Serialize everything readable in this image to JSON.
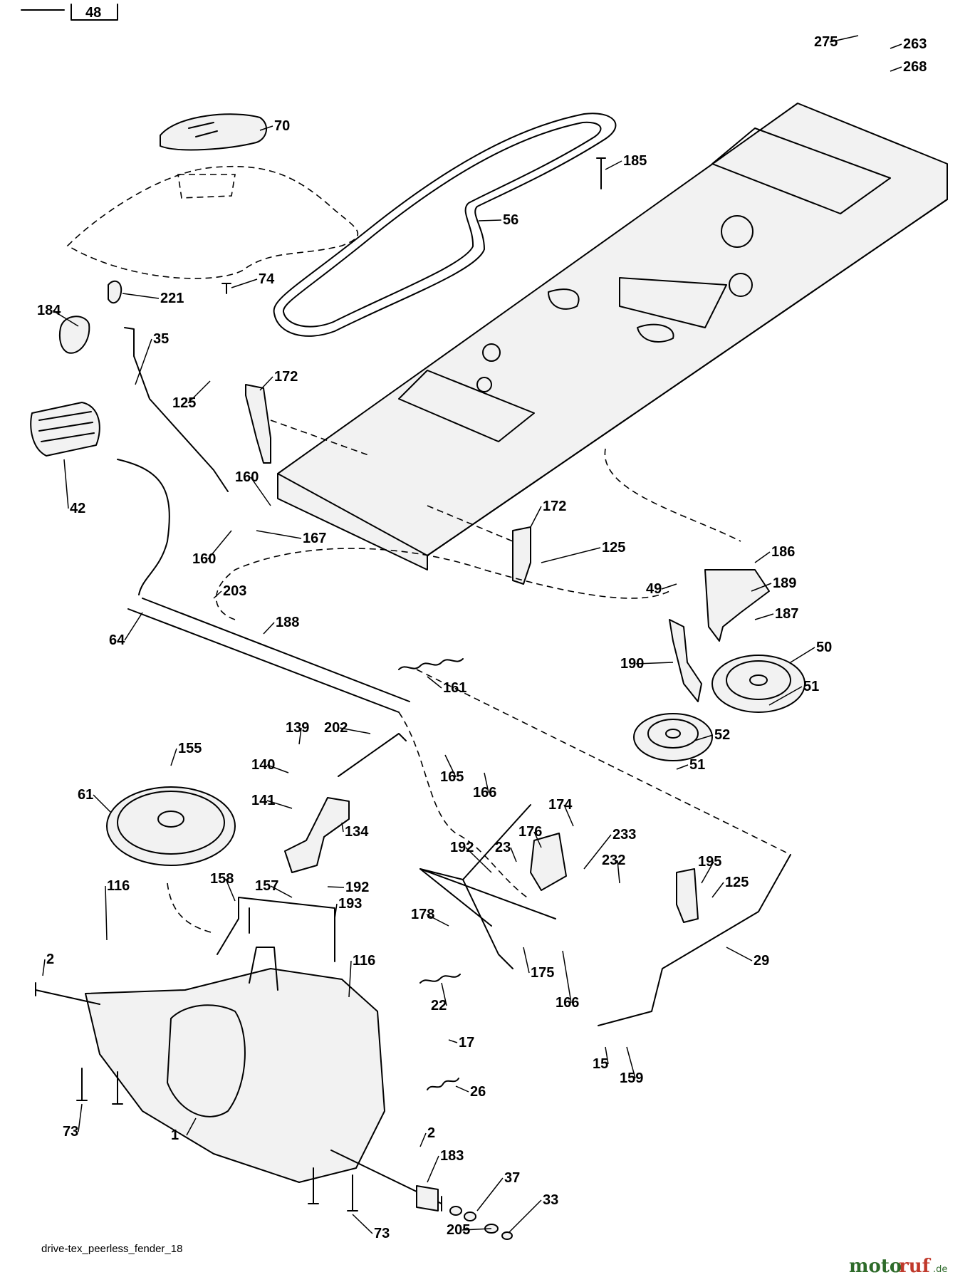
{
  "header_fragment": "48",
  "caption": "drive-tex_peerless_fender_18",
  "watermark": {
    "brand_a": "moto",
    "brand_b": "ruf",
    "suffix": ".de"
  },
  "callouts": [
    {
      "id": "c275",
      "text": "275"
    },
    {
      "id": "c263",
      "text": "263"
    },
    {
      "id": "c268",
      "text": "268"
    },
    {
      "id": "c70",
      "text": "70"
    },
    {
      "id": "c185",
      "text": "185"
    },
    {
      "id": "c56",
      "text": "56"
    },
    {
      "id": "c74",
      "text": "74"
    },
    {
      "id": "c221",
      "text": "221"
    },
    {
      "id": "c184",
      "text": "184"
    },
    {
      "id": "c35",
      "text": "35"
    },
    {
      "id": "c172a",
      "text": "172"
    },
    {
      "id": "c125a",
      "text": "125"
    },
    {
      "id": "c42",
      "text": "42"
    },
    {
      "id": "c160a",
      "text": "160"
    },
    {
      "id": "c167",
      "text": "167"
    },
    {
      "id": "c160b",
      "text": "160"
    },
    {
      "id": "c172b",
      "text": "172"
    },
    {
      "id": "c125b",
      "text": "125"
    },
    {
      "id": "c186",
      "text": "186"
    },
    {
      "id": "c49",
      "text": "49"
    },
    {
      "id": "c189",
      "text": "189"
    },
    {
      "id": "c203",
      "text": "203"
    },
    {
      "id": "c64",
      "text": "64"
    },
    {
      "id": "c188",
      "text": "188"
    },
    {
      "id": "c187",
      "text": "187"
    },
    {
      "id": "c50",
      "text": "50"
    },
    {
      "id": "c190",
      "text": "190"
    },
    {
      "id": "c161",
      "text": "161"
    },
    {
      "id": "c51a",
      "text": "51"
    },
    {
      "id": "c139",
      "text": "139"
    },
    {
      "id": "c202",
      "text": "202"
    },
    {
      "id": "c52",
      "text": "52"
    },
    {
      "id": "c155",
      "text": "155"
    },
    {
      "id": "c51b",
      "text": "51"
    },
    {
      "id": "c140",
      "text": "140"
    },
    {
      "id": "c165",
      "text": "165"
    },
    {
      "id": "c166a",
      "text": "166"
    },
    {
      "id": "c61",
      "text": "61"
    },
    {
      "id": "c141",
      "text": "141"
    },
    {
      "id": "c134",
      "text": "134"
    },
    {
      "id": "c174",
      "text": "174"
    },
    {
      "id": "c192a",
      "text": "192"
    },
    {
      "id": "c23",
      "text": "23"
    },
    {
      "id": "c176",
      "text": "176"
    },
    {
      "id": "c233",
      "text": "233"
    },
    {
      "id": "c232",
      "text": "232"
    },
    {
      "id": "c195",
      "text": "195"
    },
    {
      "id": "c157",
      "text": "157"
    },
    {
      "id": "c192b",
      "text": "192"
    },
    {
      "id": "c158",
      "text": "158"
    },
    {
      "id": "c116a",
      "text": "116"
    },
    {
      "id": "c125c",
      "text": "125"
    },
    {
      "id": "c193",
      "text": "193"
    },
    {
      "id": "c178",
      "text": "178"
    },
    {
      "id": "c29",
      "text": "29"
    },
    {
      "id": "c175",
      "text": "175"
    },
    {
      "id": "c116b",
      "text": "116"
    },
    {
      "id": "c2a",
      "text": "2"
    },
    {
      "id": "c22",
      "text": "22"
    },
    {
      "id": "c166b",
      "text": "166"
    },
    {
      "id": "c17",
      "text": "17"
    },
    {
      "id": "c15",
      "text": "15"
    },
    {
      "id": "c159",
      "text": "159"
    },
    {
      "id": "c26",
      "text": "26"
    },
    {
      "id": "c73a",
      "text": "73"
    },
    {
      "id": "c1",
      "text": "1"
    },
    {
      "id": "c2b",
      "text": "2"
    },
    {
      "id": "c183",
      "text": "183"
    },
    {
      "id": "c37",
      "text": "37"
    },
    {
      "id": "c33",
      "text": "33"
    },
    {
      "id": "c205",
      "text": "205"
    },
    {
      "id": "c73b",
      "text": "73"
    }
  ]
}
